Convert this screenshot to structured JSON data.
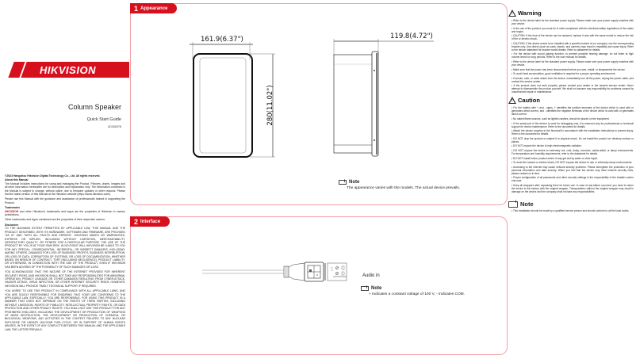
{
  "cover": {
    "brand": "HIKVISION",
    "product_title": "Column Speaker",
    "guide_title": "Quick Start Guide",
    "doc_code": "UD36637B",
    "copyright": "©2023 Hangzhou Hikvision Digital Technology Co., Ltd. All rights reserved.",
    "about_heading": "About this Manual",
    "about_text": "The Manual includes instructions for using and managing the Product. Pictures, charts, images and all other information hereinafter are for description and explanation only. The information contained in the Manual is subject to change, without notice, due to firmware updates or other reasons. Please find the latest version of this Manual at the Hikvision website (https://www.hikvision.com/).",
    "about_text_2": "Please use this Manual with the guidance and assistance of professionals trained in supporting the Product.",
    "trademarks_heading": "Trademarks",
    "trademarks_brand": "HIKVISION",
    "trademarks_text": " and other Hikvision's trademarks and logos are the properties of Hikvision in various jurisdictions.",
    "trademarks_text_2": "Other trademarks and logos mentioned are the properties of their respective owners.",
    "disclaimer_heading": "Disclaimer",
    "disclaimer_1": "TO THE MAXIMUM EXTENT PERMITTED BY APPLICABLE LAW, THIS MANUAL AND THE PRODUCT DESCRIBED, WITH ITS HARDWARE, SOFTWARE AND FIRMWARE, ARE PROVIDED \"AS IS\" AND \"WITH ALL FAULTS AND ERRORS\". HIKVISION MAKES NO WARRANTIES, EXPRESS OR IMPLIED, INCLUDING WITHOUT LIMITATION, MERCHANTABILITY, SATISFACTORY QUALITY, OR FITNESS FOR A PARTICULAR PURPOSE. THE USE OF THE PRODUCT BY YOU IS AT YOUR OWN RISK. IN NO EVENT WILL HIKVISION BE LIABLE TO YOU FOR ANY SPECIAL, CONSEQUENTIAL, INCIDENTAL, OR INDIRECT DAMAGES, INCLUDING, AMONG OTHERS, DAMAGES FOR LOSS OF BUSINESS PROFITS, BUSINESS INTERRUPTION, OR LOSS OF DATA, CORRUPTION OF SYSTEMS, OR LOSS OF DOCUMENTATION, WHETHER BASED ON BREACH OF CONTRACT, TORT (INCLUDING NEGLIGENCE), PRODUCT LIABILITY, OR OTHERWISE, IN CONNECTION WITH THE USE OF THE PRODUCT, EVEN IF HIKVISION HAS BEEN ADVISED OF THE POSSIBILITY OF SUCH DAMAGES OR LOSS.",
    "disclaimer_2": "YOU ACKNOWLEDGE THAT THE NATURE OF THE INTERNET PROVIDES FOR INHERENT SECURITY RISKS, AND HIKVISION SHALL NOT TAKE ANY RESPONSIBILITIES FOR ABNORMAL OPERATION, PRIVACY LEAKAGE OR OTHER DAMAGES RESULTING FROM CYBER-ATTACK, HACKER ATTACK, VIRUS INFECTION, OR OTHER INTERNET SECURITY RISKS; HOWEVER, HIKVISION WILL PROVIDE TIMELY TECHNICAL SUPPORT IF REQUIRED.",
    "disclaimer_3": "YOU AGREE TO USE THIS PRODUCT IN COMPLIANCE WITH ALL APPLICABLE LAWS, AND YOU ARE SOLELY RESPONSIBLE FOR ENSURING THAT YOUR USE CONFORMS TO THE APPLICABLE LAW. ESPECIALLY, YOU ARE RESPONSIBLE, FOR USING THIS PRODUCT IN A MANNER THAT DOES NOT INFRINGE ON THE RIGHTS OF THIRD PARTIES, INCLUDING WITHOUT LIMITATION, RIGHTS OF PUBLICITY, INTELLECTUAL PROPERTY RIGHTS, OR DATA PROTECTION AND OTHER PRIVACY RIGHTS. YOU SHALL NOT USE THIS PRODUCT FOR ANY PROHIBITED END-USES, INCLUDING THE DEVELOPMENT OR PRODUCTION OF WEAPONS OF MASS DESTRUCTION, THE DEVELOPMENT OR PRODUCTION OF CHEMICAL OR BIOLOGICAL WEAPONS, ANY ACTIVITIES IN THE CONTEXT RELATED TO ANY NUCLEAR EXPLOSIVE OR UNSAFE NUCLEAR FUEL-CYCLE, OR IN SUPPORT OF HUMAN RIGHTS ABUSES. IN THE EVENT OF ANY CONFLICTS BETWEEN THIS MANUAL AND THE APPLICABLE LAW, THE LATTER PREVAILS."
  },
  "sections": {
    "appearance": {
      "number": "1",
      "label": "Appearance",
      "width_dim": "161.9(6.37\")",
      "height_dim": "280(11.02\")",
      "depth_dim": "119.8(4.72\")",
      "note_label": "Note",
      "note_text": "The appearance varies with the models. The actual device prevails."
    },
    "interface": {
      "number": "2",
      "label": "Interface",
      "audio_label": "Audio  in",
      "note_label": "Note",
      "note_text": "+ Indicates a constant voltage of 100 V, - Indicates COM."
    }
  },
  "safety": {
    "warning_heading": "Warning",
    "warning_items": [
      "Refer to the device label for the standard power supply. Please make sure your power supply matches with your device.",
      "In the use of the product, you must be in strict compliance with the electrical safety regulations of the nation and region.",
      "CAUTION: If the fuse of the device can be replaced, replace it only with the same model to reduce the risk of fire or electric shock.",
      "CAUTION: If the device needs to be installed with a specific bracket of our company, use the corresponding bracket only. Use others (such as carts, stands, and carriers) may result in instability and cause injury. Refer to the device datasheet for bracket model details. Refer to datasheet for details.",
      "For the device with sound playing function, to prevent possible hearing damage, do not listen at high volume levels for long periods. Refer to the user manual for details.",
      "Refer to the device label for the standard power supply. Please make sure your power supply matches with your device.",
      "Make sure that the power has been disconnected before you wire, install, or disassemble the device.",
      "To avoid heat accumulation, good ventilation is required for a proper operating environment.",
      "If smoke, odor, or noise arises from the device, immediately turn off the power, unplug the power cable, and contact the service center.",
      "If the product does not work properly, please contact your dealer or the nearest service center. Never attempt to disassemble the product yourself. We shall not assume any responsibility for problems caused by unauthorized repair or maintenance."
    ],
    "caution_heading": "Caution",
    "caution_items": [
      "For the battery with + and - signs, + identifies the positive terminals of the device which is used with or generates direct current, and - identifies the negative terminals of the device which is used with or generates direct current.",
      "No naked flame sources, such as lighted candles, should be placed on the equipment.",
      "If the serial port of the device is used for debugging only, it is reserved only for professionals or technical support for device maintenance. Refer to the document for details.",
      "Attach the device properly to the floor/wall in accordance with the installation instructions to prevent injury. Refer to the document for details.",
      "DO NOT drop the product or subject it to physical shock. Do not install the product on vibratory surface or places.",
      "DO NOT expose the device to high electromagnetic radiation.",
      "DO NOT expose the device to extremely hot, cold, dusty, corrosive, saline-alkali, or damp environments. For temperature and humidity requirements, refer to the datasheet for details.",
      "DO NOT install indoor product where it may get wet by water or other liquid.",
      "To avoid fire hazard or electric shock, DO NOT expose the device to rain or extremely damp environments.",
      "Accessing to the Internet may cause network security problems. Please strengthen the protection of your personal information and data security. When you find that the device may have network security risks, please contact us in time.",
      "Proper configuration of all passwords and other security settings is the responsibility of the installer and/or end-user.",
      "Keep all wrappers after unpacking them for future use. In case of any failure occurred, you need to return the device to the factory with the original wrapper. Transportation without the original wrapper may result in damage on the device and the company shall not take any responsibilities."
    ],
    "note_heading": "Note",
    "note_items": [
      "This installation should be made by a qualified service person and should conform to all the local codes."
    ]
  },
  "colors": {
    "brand_red": "#d7101e",
    "section_border": "#f0a0a6"
  }
}
